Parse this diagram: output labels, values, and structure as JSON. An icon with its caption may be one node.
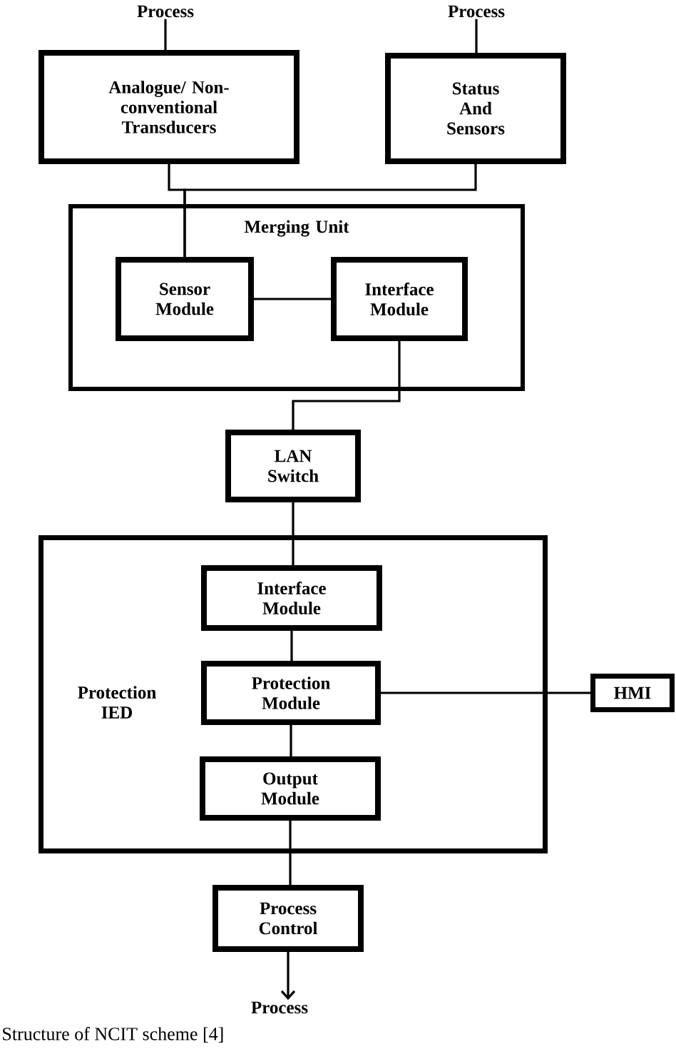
{
  "diagram": {
    "caption": "Structure of NCIT scheme [4]",
    "nodes": [
      {
        "text": [
          "Process"
        ]
      },
      {
        "text": [
          "Process"
        ]
      },
      {
        "text": [
          "Analogue/ Non-conventional Transducers"
        ]
      },
      {
        "text": [
          "Status And Sensors"
        ]
      },
      {
        "text": [
          "Merging Unit"
        ]
      },
      {
        "text": [
          "Sensor Module"
        ],
        "in": 4
      },
      {
        "text": [
          "Interface Module"
        ],
        "in": 4
      },
      {
        "text": [
          "LAN Switch"
        ]
      },
      {
        "text": [
          "Protection IED"
        ]
      },
      {
        "text": [
          "Interface Module"
        ],
        "in": 8
      },
      {
        "text": [
          "Protection Module"
        ],
        "in": 8
      },
      {
        "text": [
          "Output Module"
        ],
        "in": 8
      },
      {
        "text": [
          "HMI"
        ]
      },
      {
        "text": [
          "Process Control"
        ]
      },
      {
        "text": [
          "Process"
        ]
      }
    ],
    "edges": [
      {
        "from": 0,
        "to": 2,
        "arrow": "none"
      },
      {
        "from": 1,
        "to": 3,
        "arrow": "none"
      },
      {
        "from": 2,
        "to": 5,
        "arrow": "none"
      },
      {
        "from": 3,
        "to": 5,
        "arrow": "none"
      },
      {
        "from": 5,
        "to": 6,
        "arrow": "none"
      },
      {
        "from": 6,
        "to": 7,
        "arrow": "none"
      },
      {
        "from": 7,
        "to": 9,
        "arrow": "none"
      },
      {
        "from": 9,
        "to": 10,
        "arrow": "none"
      },
      {
        "from": 10,
        "to": 11,
        "arrow": "none"
      },
      {
        "from": 10,
        "to": 12,
        "arrow": "none"
      },
      {
        "from": 11,
        "to": 13,
        "arrow": "none"
      },
      {
        "from": 13,
        "to": 14,
        "arrow": "to"
      }
    ]
  }
}
